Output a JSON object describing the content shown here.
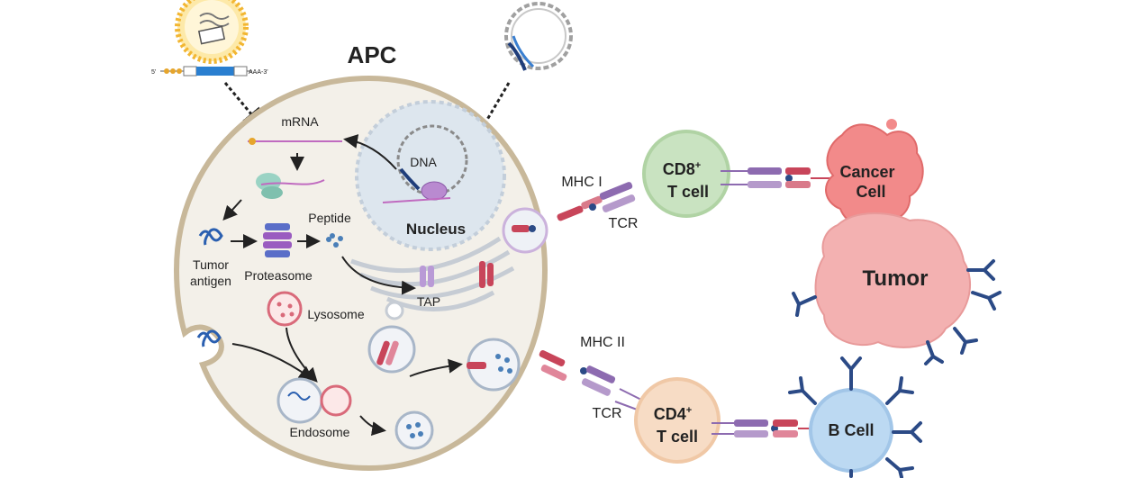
{
  "labels": {
    "apc": "APC",
    "mrna": "mRNA",
    "dna": "DNA",
    "nucleus": "Nucleus",
    "peptide": "Peptide",
    "tumor_antigen_line1": "Tumor",
    "tumor_antigen_line2": "antigen",
    "proteasome": "Proteasome",
    "tap": "TAP",
    "lysosome": "Lysosome",
    "endosome": "Endosome",
    "mhc1": "MHC I",
    "tcr_top": "TCR",
    "mhc2": "MHC II",
    "tcr_bottom": "TCR",
    "cd8_line1": "CD8",
    "cd8_sup": "+",
    "cd8_line2": "T cell",
    "cd4_line1": "CD4",
    "cd4_sup": "+",
    "cd4_line2": "T cell",
    "cancer_line1": "Cancer",
    "cancer_line2": "Cell",
    "tumor": "Tumor",
    "bcell": "B Cell",
    "mrna_5prime": "5'",
    "mrna_3prime": "AAA-3'"
  },
  "colors": {
    "apc_fill": "#f3f0e9",
    "apc_border": "#c8b89a",
    "apc_title": "#b8893a",
    "nucleus_fill": "#dde6ee",
    "nucleus_text": "#3a86c0",
    "cd8_fill": "#c9e3c1",
    "cd8_text": "#5aa23f",
    "cd4_fill": "#f7dcc5",
    "cd4_text": "#e2805a",
    "cancer_fill": "#f28a8a",
    "cancer_text": "#7a1d1d",
    "tumor_fill": "#f3b1b1",
    "bcell_fill": "#bcd9f2",
    "bcell_text": "#2f6cb5",
    "mhc_red": "#c8455a",
    "mhc_purple": "#8d6bb0",
    "antibody": "#2b4a86"
  }
}
